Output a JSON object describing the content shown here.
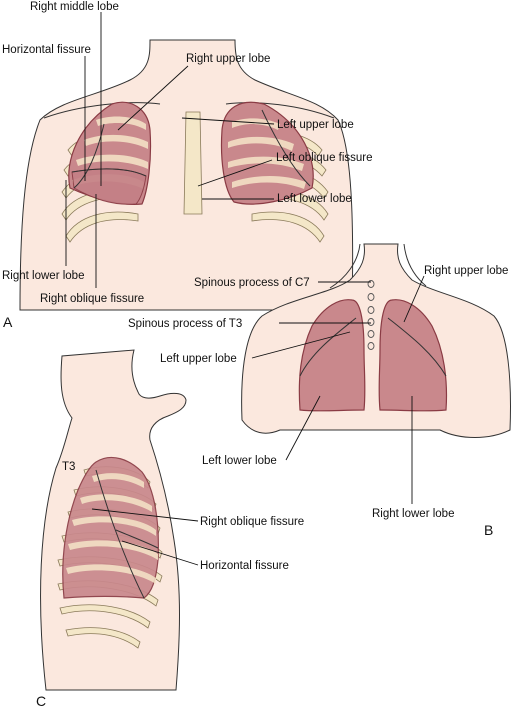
{
  "panels": {
    "a": {
      "letter": "A",
      "labels": {
        "right_middle_lobe": "Right middle lobe",
        "horizontal_fissure": "Horizontal fissure",
        "right_upper_lobe": "Right upper lobe",
        "left_upper_lobe": "Left upper lobe",
        "left_oblique_fissure": "Left oblique fissure",
        "left_lower_lobe": "Left lower lobe",
        "right_lower_lobe": "Right lower lobe",
        "right_oblique_fissure": "Right oblique fissure"
      }
    },
    "b": {
      "letter": "B",
      "labels": {
        "spinous_c7": "Spinous process of C7",
        "right_upper_lobe": "Right upper lobe",
        "spinous_t3": "Spinous process of T3",
        "left_upper_lobe": "Left upper lobe",
        "left_lower_lobe": "Left lower lobe",
        "right_lower_lobe": "Right lower lobe"
      }
    },
    "c": {
      "letter": "C",
      "labels": {
        "t3": "T3",
        "right_oblique_fissure": "Right oblique fissure",
        "horizontal_fissure": "Horizontal fissure"
      }
    }
  },
  "colors": {
    "skin": "#fbe8de",
    "lung": "#c9888c",
    "lung_outline": "#8a3b44",
    "rib": "#f4e7c8"
  }
}
